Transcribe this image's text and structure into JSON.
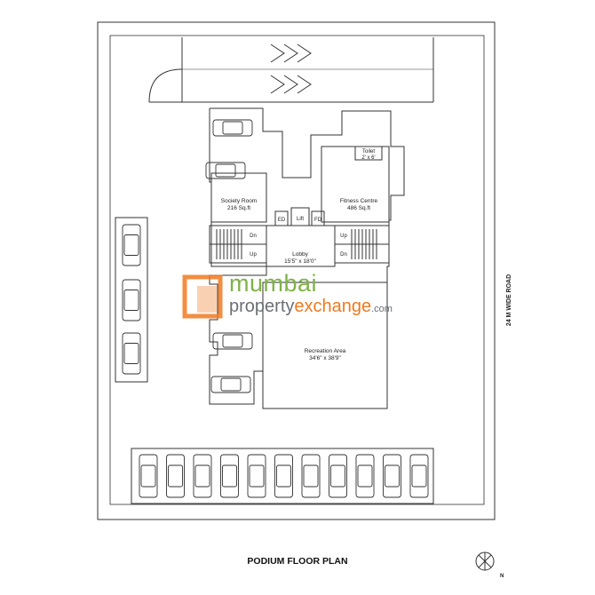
{
  "title": "PODIUM FLOOR PLAN",
  "road_label": "24 M WIDE ROAD",
  "north_label": "N",
  "rooms": {
    "society": {
      "name": "Society Room",
      "size": "216 Sq.ft"
    },
    "fitness": {
      "name": "Fitness Centre",
      "size": "486 Sq.ft"
    },
    "lobby": {
      "name": "Lobby",
      "size": "15'5\" x 18'0\""
    },
    "recreation": {
      "name": "Recreation Area",
      "size": "34'6\" x 38'9\""
    },
    "toilet": {
      "name": "Toilet",
      "size": "2' x 6'"
    },
    "lift": "Lift",
    "fire_door": "FD",
    "electric_duct": "ED"
  },
  "stairs": {
    "dn": "Dn",
    "up": "Up"
  },
  "watermark": {
    "word1": "mumbai",
    "word2a": "property",
    "word2b": "exchange",
    "word2c": ".com"
  },
  "colors": {
    "line": "#333333",
    "watermark_green": "#7fb24a",
    "watermark_orange": "#ee7a22",
    "watermark_gray": "#6b6f73"
  }
}
